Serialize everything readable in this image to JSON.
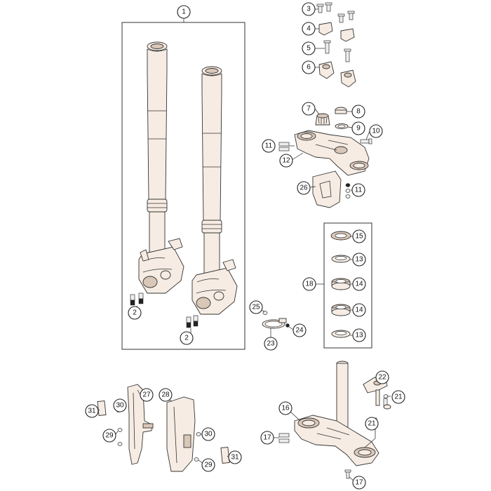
{
  "callouts": {
    "c1": "1",
    "c2a": "2",
    "c2b": "2",
    "c3": "3",
    "c4": "4",
    "c5": "5",
    "c6": "6",
    "c7": "7",
    "c8": "8",
    "c9": "9",
    "c10": "10",
    "c11a": "11",
    "c11b": "11",
    "c12": "12",
    "c26": "26",
    "c15": "15",
    "c13a": "13",
    "c18": "18",
    "c14a": "14",
    "c14b": "14",
    "c13b": "13",
    "c25": "25",
    "c24": "24",
    "c23": "23",
    "c16": "16",
    "c22": "22",
    "c21a": "21",
    "c21b": "21",
    "c17a": "17",
    "c17b": "17",
    "c27": "27",
    "c28": "28",
    "c30a": "30",
    "c30b": "30",
    "c31a": "31",
    "c31b": "31",
    "c29a": "29",
    "c29b": "29"
  },
  "colors": {
    "part_fill": "#f6ece3",
    "line": "#333333"
  }
}
